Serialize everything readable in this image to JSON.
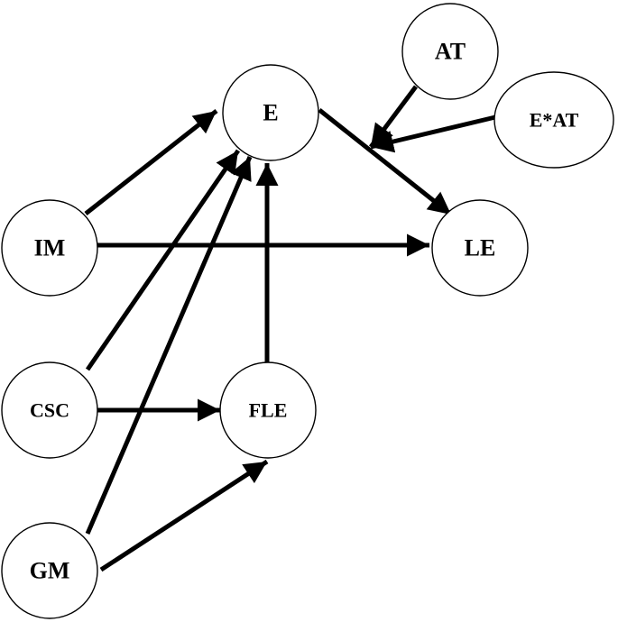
{
  "diagram": {
    "nodes": [
      {
        "id": "E",
        "label": "E"
      },
      {
        "id": "AT",
        "label": "AT"
      },
      {
        "id": "EAT",
        "label": "E*AT"
      },
      {
        "id": "IM",
        "label": "IM"
      },
      {
        "id": "LE",
        "label": "LE"
      },
      {
        "id": "CSC",
        "label": "CSC"
      },
      {
        "id": "FLE",
        "label": "FLE"
      },
      {
        "id": "GM",
        "label": "GM"
      }
    ],
    "edges": [
      {
        "from": "IM",
        "to": "E"
      },
      {
        "from": "IM",
        "to": "LE"
      },
      {
        "from": "CSC",
        "to": "E"
      },
      {
        "from": "CSC",
        "to": "FLE"
      },
      {
        "from": "GM",
        "to": "E"
      },
      {
        "from": "GM",
        "to": "FLE"
      },
      {
        "from": "FLE",
        "to": "E"
      },
      {
        "from": "E",
        "to": "LE"
      },
      {
        "from": "AT",
        "to": "E-LE path"
      },
      {
        "from": "EAT",
        "to": "E-LE path"
      }
    ],
    "colors": {
      "stroke": "#000000",
      "fill": "#ffffff"
    }
  }
}
